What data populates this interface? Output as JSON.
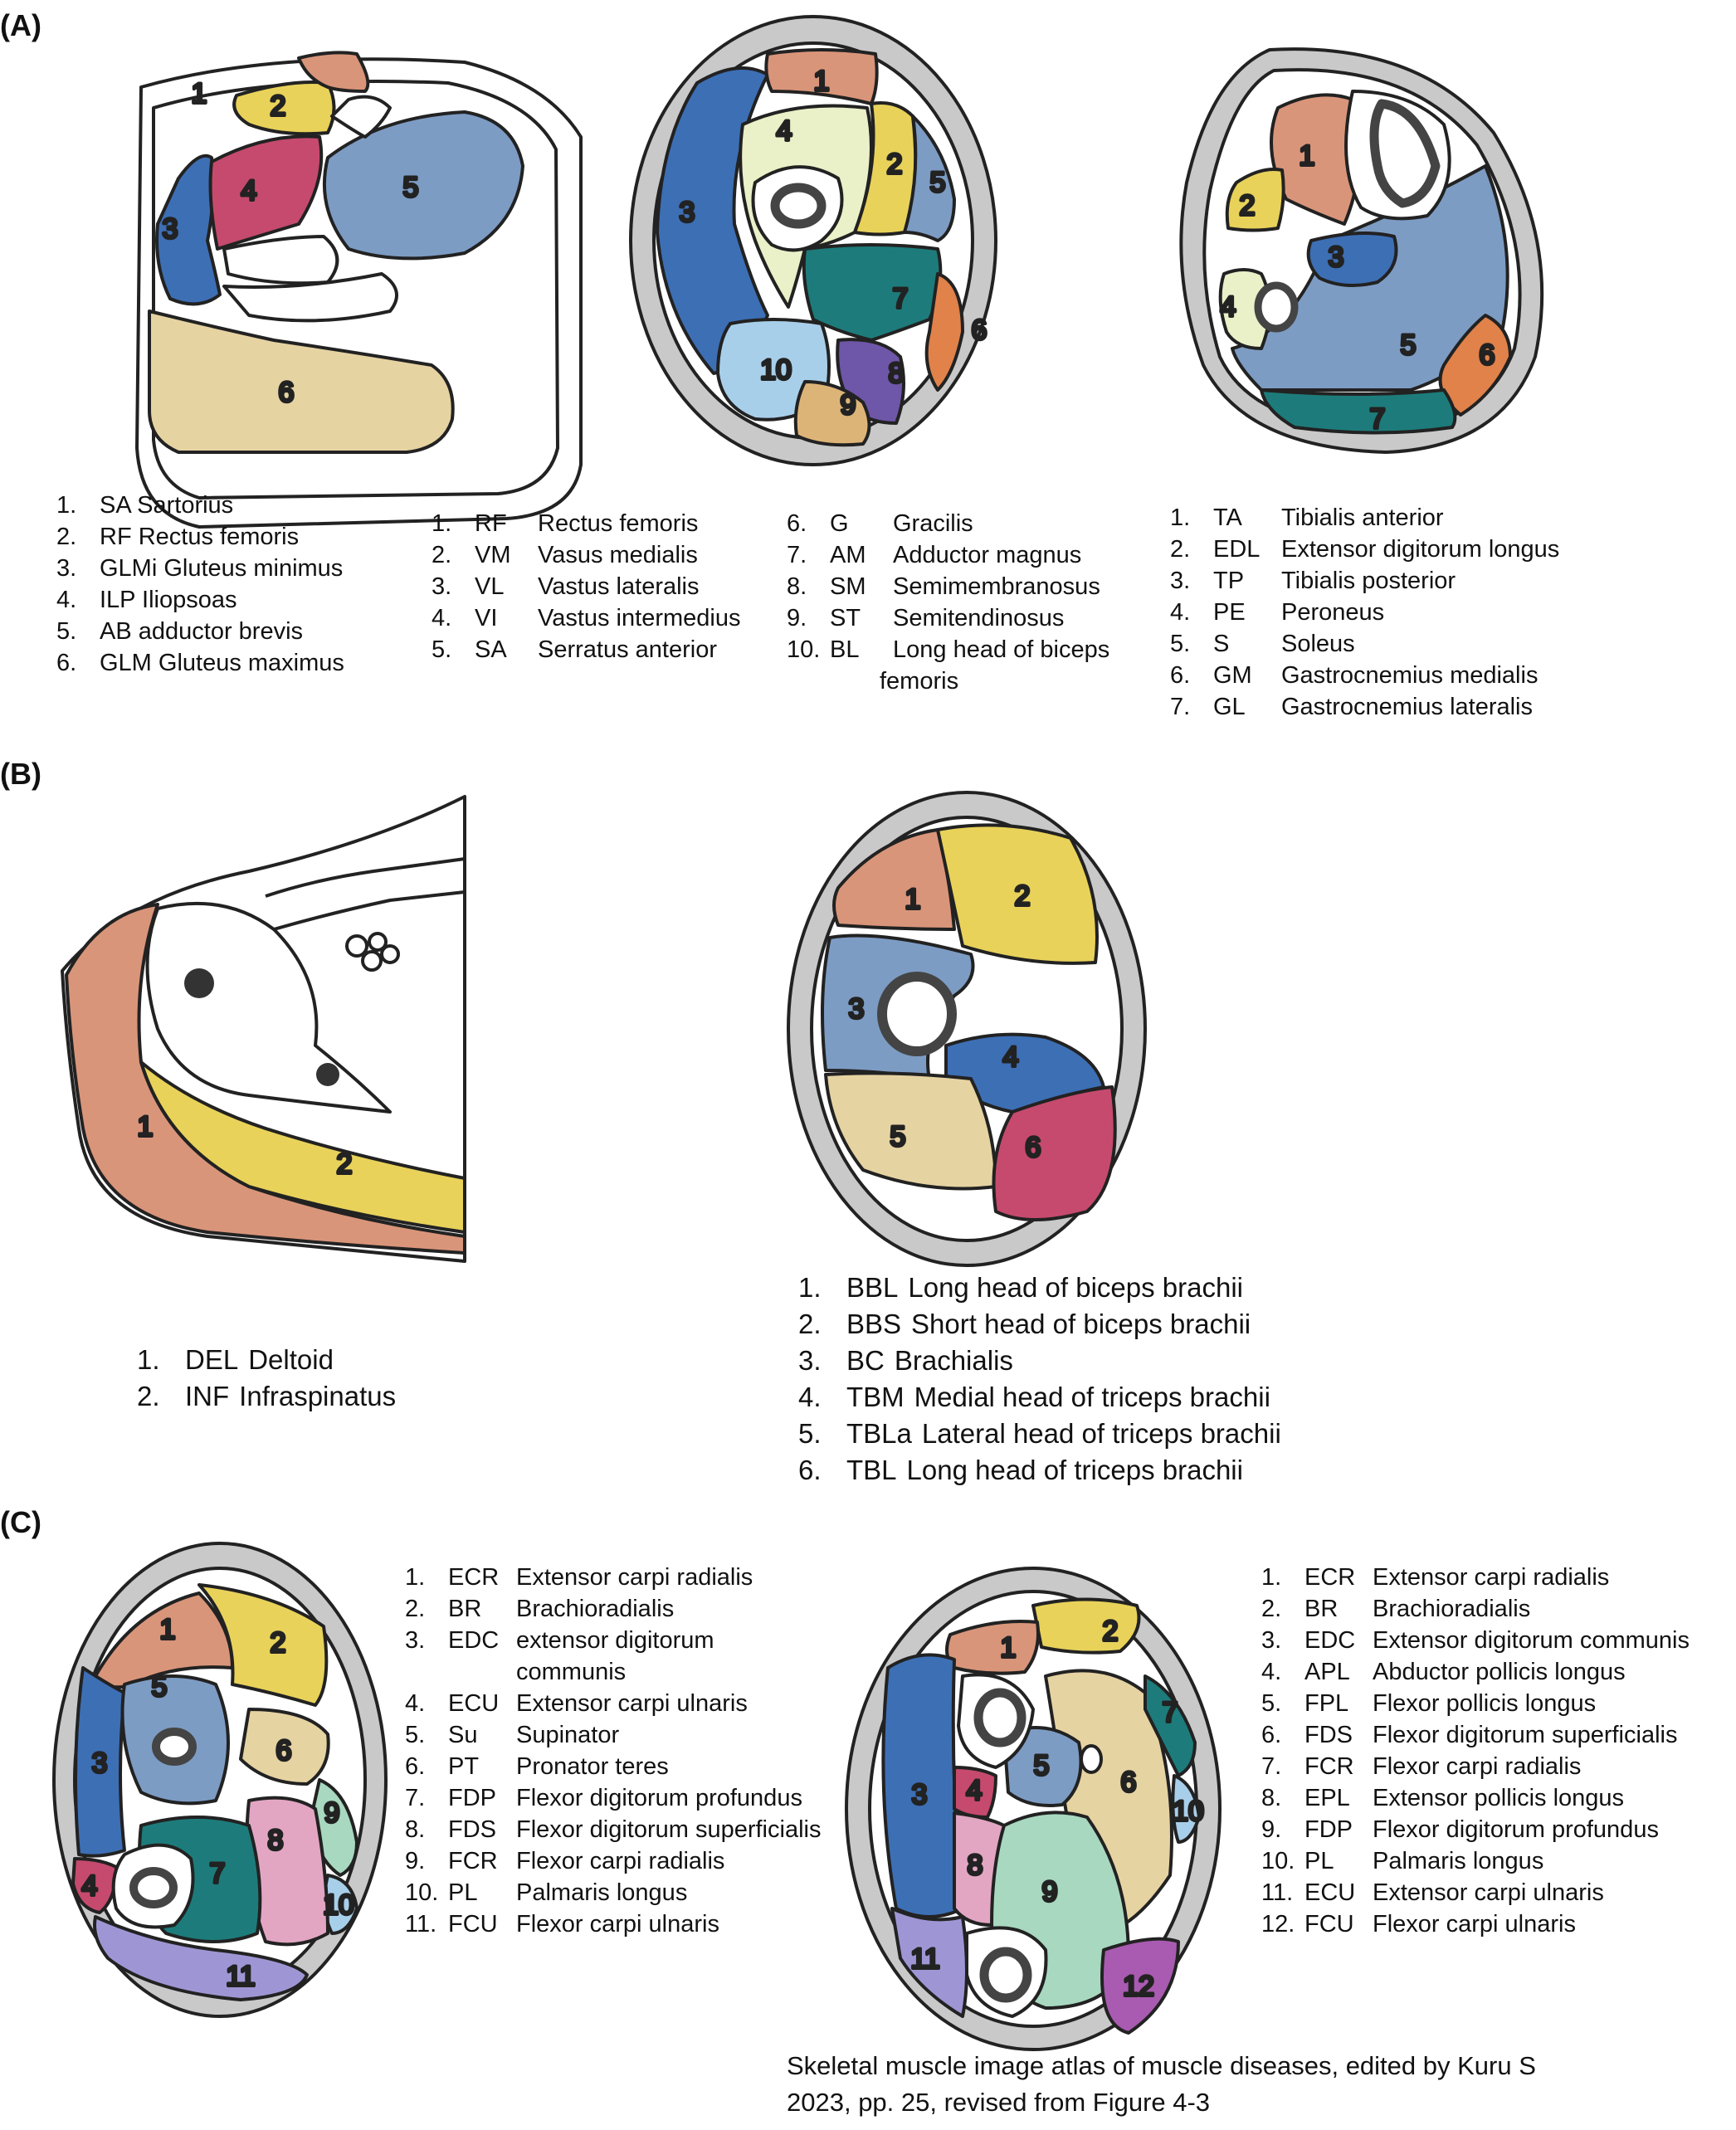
{
  "panels": {
    "a": "(A)",
    "b": "(B)",
    "c": "(C)"
  },
  "colors": {
    "salmon": "#d9957a",
    "yellow": "#e8d25a",
    "blue": "#3d6fb5",
    "raspberry": "#c64a6e",
    "steel": "#7d9cc4",
    "sand": "#e6d3a2",
    "pale": "#eaf0c8",
    "teal": "#1d7c7b",
    "orange": "#e0824a",
    "lightblue": "#a8cfea",
    "tan": "#ddb478",
    "purple": "#6e56a8",
    "pink": "#e2a6c3",
    "mint": "#a8d8c0",
    "lavender": "#9e96d4",
    "magenta": "#a85bb0",
    "skin": "#c9c9c9"
  },
  "a1_legend": [
    {
      "num": "1.",
      "text": "SA Sartorius"
    },
    {
      "num": "2.",
      "text": "RF Rectus femoris"
    },
    {
      "num": "3.",
      "text": "GLMi Gluteus minimus"
    },
    {
      "num": "4.",
      "text": "ILP Iliopsoas"
    },
    {
      "num": "5.",
      "text": "AB adductor brevis"
    },
    {
      "num": "6.",
      "text": "GLM Gluteus maximus"
    }
  ],
  "a2_legend_left": [
    {
      "num": "1.",
      "abbr": "RF",
      "name": "Rectus femoris"
    },
    {
      "num": "2.",
      "abbr": "VM",
      "name": "Vasus medialis"
    },
    {
      "num": "3.",
      "abbr": "VL",
      "name": "Vastus lateralis"
    },
    {
      "num": "4.",
      "abbr": "VI",
      "name": "Vastus intermedius"
    },
    {
      "num": "5.",
      "abbr": "SA",
      "name": "Serratus anterior"
    }
  ],
  "a2_legend_right": [
    {
      "num": "6.",
      "abbr": "G",
      "name": "Gracilis"
    },
    {
      "num": "7.",
      "abbr": "AM",
      "name": "Adductor magnus"
    },
    {
      "num": "8.",
      "abbr": "SM",
      "name": "Semimembranosus"
    },
    {
      "num": "9.",
      "abbr": "ST",
      "name": "Semitendinosus"
    },
    {
      "num": "10.",
      "abbr": "BL",
      "name": "Long head of biceps"
    }
  ],
  "a2_legend_cont": "femoris",
  "a3_legend": [
    {
      "num": "1.",
      "abbr": "TA",
      "name": "Tibialis anterior"
    },
    {
      "num": "2.",
      "abbr": "EDL",
      "name": "Extensor digitorum longus"
    },
    {
      "num": "3.",
      "abbr": "TP",
      "name": "Tibialis posterior"
    },
    {
      "num": "4.",
      "abbr": "PE",
      "name": "Peroneus"
    },
    {
      "num": "5.",
      "abbr": "S",
      "name": "Soleus"
    },
    {
      "num": "6.",
      "abbr": "GM",
      "name": "Gastrocnemius medialis"
    },
    {
      "num": "7.",
      "abbr": "GL",
      "name": "Gastrocnemius lateralis"
    }
  ],
  "b1_legend": [
    {
      "num": "1.",
      "abbr": "DEL",
      "name": "Deltoid"
    },
    {
      "num": "2.",
      "abbr": "INF",
      "name": "Infraspinatus"
    }
  ],
  "b2_legend": [
    {
      "num": "1.",
      "abbr": "BBL",
      "name": "Long head of biceps brachii"
    },
    {
      "num": "2.",
      "abbr": "BBS",
      "name": "Short head of biceps brachii"
    },
    {
      "num": "3.",
      "abbr": "BC",
      "name": "Brachialis"
    },
    {
      "num": "4.",
      "abbr": "TBM",
      "name": "Medial head of triceps brachii"
    },
    {
      "num": "5.",
      "abbr": "TBLa",
      "name": "Lateral head of triceps brachii"
    },
    {
      "num": "6.",
      "abbr": "TBL",
      "name": "Long head of triceps brachii"
    }
  ],
  "c1_legend": [
    {
      "num": "1.",
      "abbr": "ECR",
      "name": "Extensor carpi radialis"
    },
    {
      "num": "2.",
      "abbr": "BR",
      "name": "Brachioradialis"
    },
    {
      "num": "3.",
      "abbr": "EDC",
      "name": "extensor digitorum"
    },
    {
      "num": "",
      "abbr": "",
      "name": "communis"
    },
    {
      "num": "4.",
      "abbr": "ECU",
      "name": "Extensor carpi ulnaris"
    },
    {
      "num": "5.",
      "abbr": "Su",
      "name": "Supinator"
    },
    {
      "num": "6.",
      "abbr": "PT",
      "name": "Pronator teres"
    },
    {
      "num": "7.",
      "abbr": "FDP",
      "name": "Flexor digitorum profundus"
    },
    {
      "num": "8.",
      "abbr": "FDS",
      "name": "Flexor digitorum superficialis"
    },
    {
      "num": "9.",
      "abbr": "FCR",
      "name": "Flexor carpi radialis"
    },
    {
      "num": "10.",
      "abbr": "PL",
      "name": "Palmaris longus"
    },
    {
      "num": "11.",
      "abbr": "FCU",
      "name": "Flexor carpi ulnaris"
    }
  ],
  "c2_legend": [
    {
      "num": "1.",
      "abbr": "ECR",
      "name": "Extensor carpi radialis"
    },
    {
      "num": "2.",
      "abbr": "BR",
      "name": "Brachioradialis"
    },
    {
      "num": "3.",
      "abbr": "EDC",
      "name": "Extensor digitorum communis"
    },
    {
      "num": "4.",
      "abbr": "APL",
      "name": "Abductor pollicis longus"
    },
    {
      "num": "5.",
      "abbr": "FPL",
      "name": "Flexor pollicis longus"
    },
    {
      "num": "6.",
      "abbr": "FDS",
      "name": "Flexor digitorum superficialis"
    },
    {
      "num": "7.",
      "abbr": "FCR",
      "name": "Flexor carpi radialis"
    },
    {
      "num": "8.",
      "abbr": "EPL",
      "name": "Extensor pollicis longus"
    },
    {
      "num": "9.",
      "abbr": "FDP",
      "name": "Flexor digitorum profundus"
    },
    {
      "num": "10.",
      "abbr": "PL",
      "name": "Palmaris longus"
    },
    {
      "num": "11.",
      "abbr": "ECU",
      "name": "Extensor carpi ulnaris"
    },
    {
      "num": "12.",
      "abbr": "FCU",
      "name": "Flexor carpi ulnaris"
    }
  ],
  "source": {
    "line1": "Skeletal muscle image atlas of muscle diseases, edited by Kuru S",
    "line2": "2023, pp. 25, revised from Figure 4-3"
  }
}
